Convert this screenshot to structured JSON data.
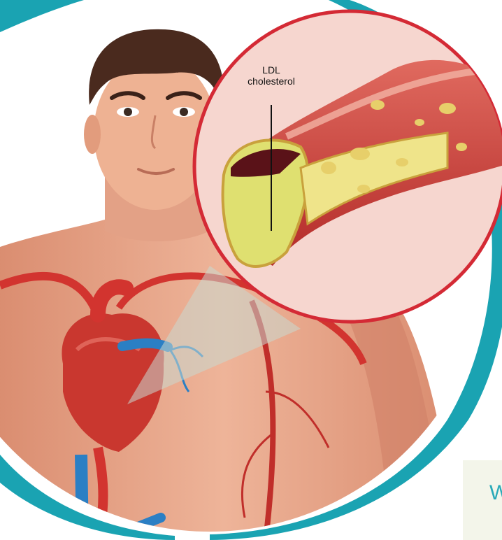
{
  "callout": {
    "label_line1": "LDL",
    "label_line2": "cholesterol"
  },
  "corner": {
    "text": "W"
  },
  "colors": {
    "teal_ring": "#1aa3b2",
    "artery_red": "#d2342f",
    "vein_blue": "#2b7fc4",
    "skin": "#e9a68a",
    "plaque_yellow": "#e6df8a",
    "callout_border": "#d42a35"
  }
}
